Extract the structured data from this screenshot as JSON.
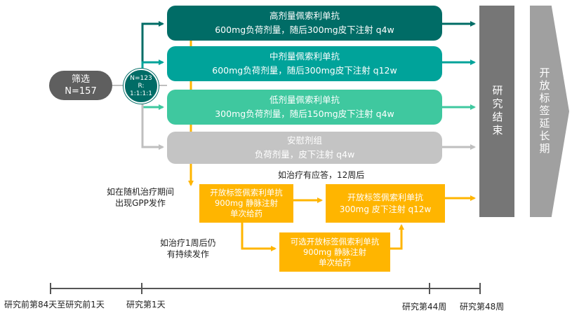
{
  "screening": {
    "line1": "筛选",
    "line2": "N=157"
  },
  "randomization": {
    "line1": "N=123",
    "line2": "R:",
    "line3": "1:1:1:1"
  },
  "arms": [
    {
      "title": "高剂量佩索利单抗",
      "detail": "600mg负荷剂量，随后300mg皮下注射 q4w",
      "color": "#006c66"
    },
    {
      "title": "中剂量佩索利单抗",
      "detail": "600mg负荷剂量，随后300mg皮下注射 q12w",
      "color": "#00a39a"
    },
    {
      "title": "低剂量佩索利单抗",
      "detail": "300mg负荷剂量，随后150mg皮下注射 q4w",
      "color": "#3fc89f"
    },
    {
      "title": "安慰剂组",
      "detail": "负荷剂量，皮下注射 q4w",
      "color": "#c4c4c4"
    }
  ],
  "study_end": "研究结束",
  "open_label_extension": "开放标签延长期",
  "open_label_boxes": {
    "iv_rescue": {
      "line1": "开放标签佩索利单抗",
      "line2": "900mg 静脉注射",
      "line3": "单次给药"
    },
    "sc_maintenance": {
      "line1": "开放标签佩索利单抗",
      "line2": "300mg 皮下注射 q12w"
    },
    "optional_iv": {
      "line1": "可选开放标签佩索利单抗",
      "line2": "900mg 静脉注射",
      "line3": "单次给药"
    }
  },
  "annotations": {
    "gpp_flare_1": "如在随机治疗期间",
    "gpp_flare_2": "出现GPP发作",
    "response_12w": "如治疗有应答，12周后",
    "persistent_1": "如治疗1周后仍",
    "persistent_2": "有持续发作"
  },
  "timeline": {
    "labels": [
      "研究前第84天至研究前1天",
      "研究第1天",
      "研究第44周",
      "研究第48周"
    ]
  },
  "colors": {
    "line_gray": "#bfbfbf",
    "dark_green": "#006c66",
    "mid_teal": "#00a39a",
    "light_green": "#3fc89f",
    "placebo_gray": "#c4c4c4",
    "orange": "#ffb500",
    "end_bar": "#767676",
    "extension_gray": "#a0a0a0",
    "screening_gray": "#5f5f5f",
    "axis": "#555555"
  }
}
